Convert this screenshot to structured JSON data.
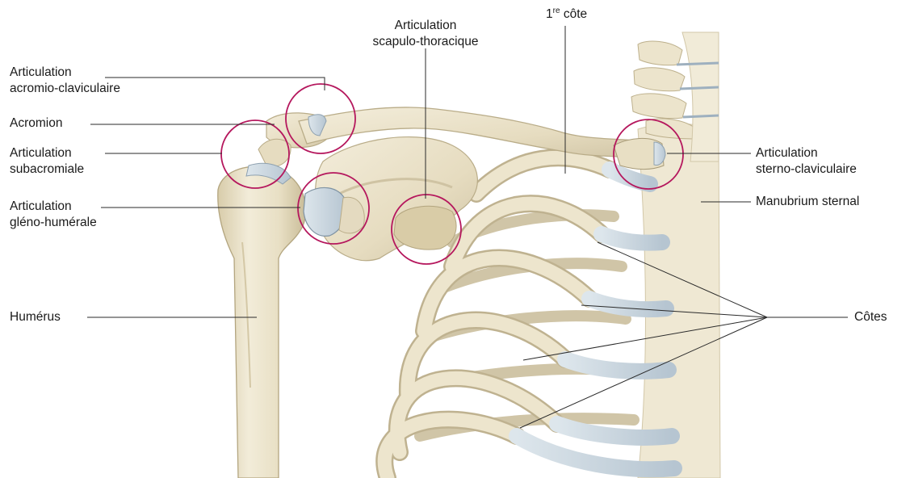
{
  "diagram": {
    "labels": {
      "articulation_acromio_claviculaire": [
        "Articulation",
        "acromio-claviculaire"
      ],
      "acromion": "Acromion",
      "articulation_subacromiale": [
        "Articulation",
        "subacromiale"
      ],
      "articulation_gleno_humerale": [
        "Articulation",
        "gléno-humérale"
      ],
      "humerus": "Humérus",
      "articulation_scapulo_thoracique": [
        "Articulation",
        "scapulo-thoracique"
      ],
      "premiere_cote_num": "1",
      "premiere_cote_sup": "re",
      "premiere_cote_word": " côte",
      "articulation_sterno_claviculaire": [
        "Articulation",
        "sterno-claviculaire"
      ],
      "manubrium_sternal": "Manubrium sternal",
      "cotes": "Côtes"
    },
    "colors": {
      "bone": "#ece4cc",
      "bone_shadow": "#c9bd9c",
      "bone_outline": "#b9ac88",
      "cartilage": "#c7d3dd",
      "joint_circle": "#b5175d",
      "leader_line": "#2a2a2a",
      "label_text": "#1a1a1a"
    }
  }
}
